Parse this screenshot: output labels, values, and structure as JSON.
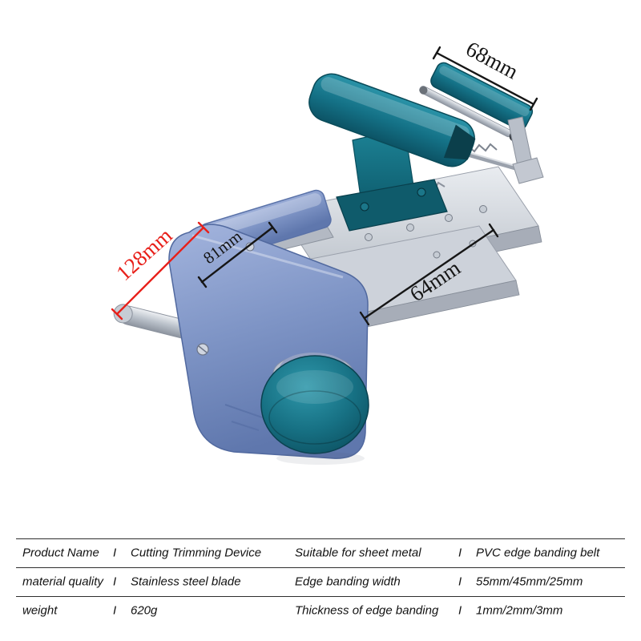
{
  "dimensions": {
    "d68": "68mm",
    "d128": "128mm",
    "d81": "81mm",
    "d64": "64mm"
  },
  "colors": {
    "accent_red": "#e8201a",
    "handle_teal": "#147186",
    "body_blue": "#8aa0d0",
    "steel_gray": "#c9ced6"
  },
  "spec_table": {
    "separator": "I",
    "rows": [
      {
        "label1": "Product Name",
        "value1": "Cutting Trimming Device",
        "label2": "Suitable for sheet metal",
        "value2": "PVC edge banding belt"
      },
      {
        "label1": "material quality",
        "value1": "Stainless steel blade",
        "label2": "Edge banding width",
        "value2": "55mm/45mm/25mm"
      },
      {
        "label1": "weight",
        "value1": "620g",
        "label2": "Thickness of edge banding",
        "value2": "1mm/2mm/3mm"
      }
    ]
  }
}
